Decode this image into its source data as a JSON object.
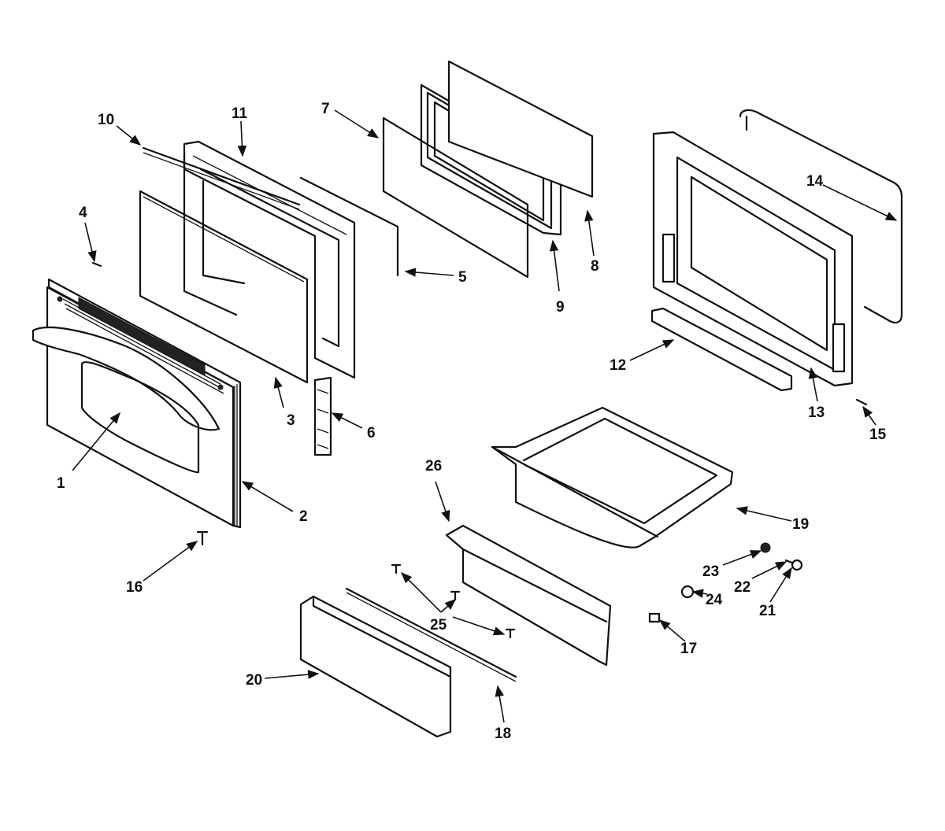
{
  "diagram": {
    "callouts": [
      {
        "id": "c1",
        "label": "1"
      },
      {
        "id": "c2",
        "label": "2"
      },
      {
        "id": "c3",
        "label": "3"
      },
      {
        "id": "c4",
        "label": "4"
      },
      {
        "id": "c5",
        "label": "5"
      },
      {
        "id": "c6",
        "label": "6"
      },
      {
        "id": "c7",
        "label": "7"
      },
      {
        "id": "c8",
        "label": "8"
      },
      {
        "id": "c9",
        "label": "9"
      },
      {
        "id": "c10",
        "label": "10"
      },
      {
        "id": "c11",
        "label": "11"
      },
      {
        "id": "c12",
        "label": "12"
      },
      {
        "id": "c13",
        "label": "13"
      },
      {
        "id": "c14",
        "label": "14"
      },
      {
        "id": "c15",
        "label": "15"
      },
      {
        "id": "c16",
        "label": "16"
      },
      {
        "id": "c17",
        "label": "17"
      },
      {
        "id": "c18",
        "label": "18"
      },
      {
        "id": "c19",
        "label": "19"
      },
      {
        "id": "c20",
        "label": "20"
      },
      {
        "id": "c21",
        "label": "21"
      },
      {
        "id": "c22",
        "label": "22"
      },
      {
        "id": "c23",
        "label": "23"
      },
      {
        "id": "c24",
        "label": "24"
      },
      {
        "id": "c25",
        "label": "25"
      },
      {
        "id": "c26",
        "label": "26"
      }
    ]
  }
}
